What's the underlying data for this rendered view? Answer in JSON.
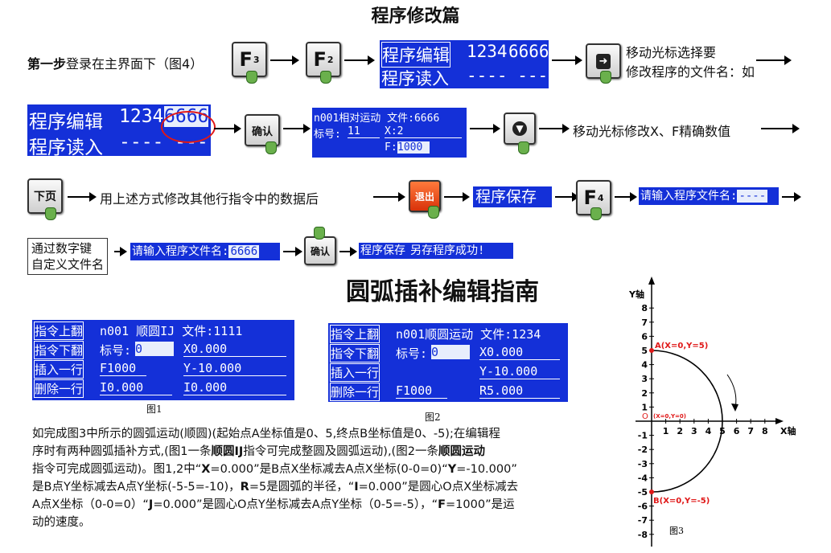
{
  "titles": {
    "main": "程序修改篇",
    "section": "圆弧插补编辑指南"
  },
  "row1": {
    "step_label": "第一步",
    "step_text": "登录在主界面下（图4）",
    "key_f3": "F",
    "key_f3_sub": "3",
    "key_f2": "F",
    "key_f2_sub": "2",
    "lcd1": {
      "a": "程序编辑",
      "b": "1234",
      "c": "6666",
      "d": "程序读入",
      "e": "---- ----"
    },
    "cursor_note": "移动光标选择要\n修改程序的文件名：如"
  },
  "row2": {
    "lcd": {
      "a": "程序编辑",
      "b": "1234",
      "c": "6666",
      "d": "程序读入",
      "e": "---- ----"
    },
    "key_ok": "确认",
    "detail": {
      "l1": "n001相对运动 文件:6666",
      "l2a": "标号:",
      "l2b": "11",
      "l2c": "X:2",
      "l3a": "F:",
      "l3b": "1000"
    },
    "note": "移动光标修改X、F精确数值"
  },
  "row3": {
    "key_next": "下页",
    "note": "用上述方式修改其他行指令中的数据后",
    "key_exit": "退出",
    "save": "程序保存",
    "key_f4": "F",
    "key_f4_sub": "4",
    "prompt": "请输入程序文件名:",
    "prompt_val": "----"
  },
  "row4": {
    "box": "通过数字键\n自定义文件名",
    "prompt": "请输入程序文件名:",
    "prompt_val": "6666",
    "key_ok": "确认",
    "save": "程序保存",
    "success": "另存程序成功!"
  },
  "fig1": {
    "caption": "图1",
    "menu": [
      "指令上翻",
      "指令下翻",
      "插入一行",
      "删除一行"
    ],
    "r1": "n001 顺圆IJ  文件:1111",
    "r2a": "标号:",
    "r2b": "0",
    "r2c": "X0.000",
    "r3a": "F1000",
    "r3c": "Y-10.000",
    "r4a": "I0.000",
    "r4c": "I0.000"
  },
  "fig2": {
    "caption": "图2",
    "menu": [
      "指令上翻",
      "指令下翻",
      "插入一行",
      "删除一行"
    ],
    "r1": "n001顺圆运动 文件:1234",
    "r2a": "标号:",
    "r2b": "0",
    "r2c": "X0.000",
    "r3c": "Y-10.000",
    "r4a": "F1000",
    "r4c": "R5.000"
  },
  "fig3": {
    "caption": "图3",
    "ylabel": "Y轴",
    "xlabel": "X轴",
    "pointA": "A(X=0,Y=5)",
    "pointB": "B(X=0,Y=-5)",
    "origin": "(X=0,Y=0)",
    "origin_letter": "O",
    "yticks": [
      "8",
      "7",
      "6",
      "5",
      "4",
      "3",
      "2",
      "1",
      "-1",
      "-2",
      "-3",
      "-4",
      "-5",
      "-6",
      "-7",
      "-8"
    ],
    "xticks": [
      "1",
      "2",
      "3",
      "4",
      "5",
      "6",
      "7",
      "8"
    ]
  },
  "paragraph": {
    "p1": "如完成图3中所示的圆弧运动(顺圆)(起始点A坐标值是0、5,终点B坐标值是0、-5);在编辑程",
    "p2a": "序时有两种圆弧插补方式,(图1一条",
    "p2b": "顺圆IJ",
    "p2c": "指令可完成整圆及圆弧运动),(图2一条",
    "p2d": "顺圆运动",
    "p3": "指令可完成圆弧运动)。图1,2中“",
    "p3b": "X",
    "p3c": "=0.000”是B点X坐标减去A点X坐标(0-0=0)“",
    "p3d": "Y",
    "p3e": "=-10.000”",
    "p4a": "是B点Y坐标减去A点Y坐标(-5-5=-10)，",
    "p4b": "R",
    "p4c": "=5是圆弧的半径，“",
    "p4d": "I",
    "p4e": "=0.000”是圆心O点X坐标减去",
    "p5a": "A点X坐标（0-0=0）“",
    "p5b": "J",
    "p5c": "=0.000”是圆心O点Y坐标减去A点Y坐标（0-5=-5），“",
    "p5d": "F",
    "p5e": "=1000”是运",
    "p6": "动的速度。"
  }
}
